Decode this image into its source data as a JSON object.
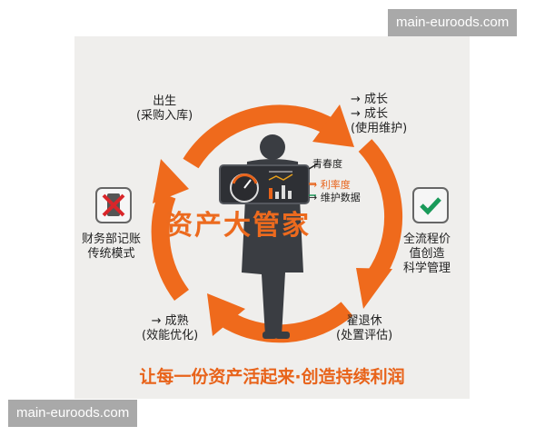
{
  "watermarks": {
    "top": "main-euroods.com",
    "bottom": "main-euroods.com"
  },
  "center_title": "资产大管家",
  "slogan": "让每一份资产活起来·创造持续利润",
  "stages": {
    "birth": {
      "line1": "出生",
      "line2": "(采购入库)"
    },
    "growth": {
      "line1": "→ 成长",
      "line2": "→ 成长",
      "line3": "(使用维护)"
    },
    "mature": {
      "line1": "→ 成熟",
      "line2": "(效能优化)"
    },
    "retire": {
      "line1": "翟退休",
      "line2": "(处置评估)"
    }
  },
  "left_note": {
    "icon": "crossed-phone-icon",
    "line1": "财务部记账",
    "line2": "传统模式"
  },
  "right_note": {
    "icon": "checkmark-icon",
    "line1": "全流程价",
    "line2": "值创造",
    "line3": "科学管理"
  },
  "dashboard_labels": [
    {
      "text": "青春度",
      "color": "#222222"
    },
    {
      "text": "→ 利率度",
      "color": "#e8631a"
    },
    {
      "text": "→ 维护数据",
      "color": "#1a9a5a"
    }
  ],
  "colors": {
    "accent": "#ef6a1c",
    "figure": "#3a3d42",
    "check": "#1a9a5a",
    "cross": "#d9262a"
  }
}
